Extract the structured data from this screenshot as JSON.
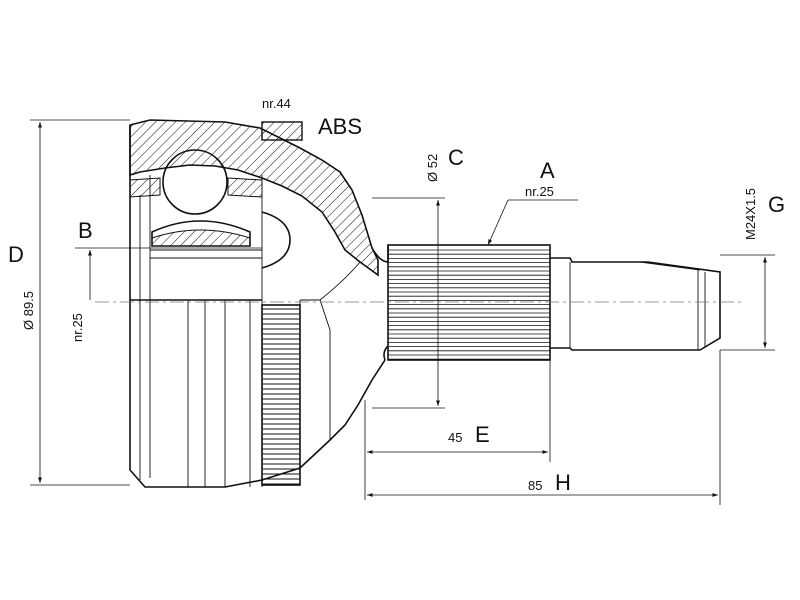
{
  "labels": {
    "abs": "ABS",
    "abs_teeth": "nr.44",
    "a": "A",
    "a_splines": "nr.25",
    "b": "B",
    "b_splines": "nr.25",
    "c": "C",
    "c_dim": "Ø 52",
    "d": "D",
    "d_dim": "Ø 89.5",
    "e": "E",
    "e_dim": "45",
    "g": "G",
    "g_thread": "M24X1.5",
    "h": "H",
    "h_dim": "85"
  },
  "colors": {
    "line": "#111111",
    "hatch": "#111111",
    "centerline": "#777777",
    "background": "#ffffff"
  },
  "icons": {
    "arrowhead": "triangle-arrow",
    "hatch": "diagonal-hatch"
  }
}
